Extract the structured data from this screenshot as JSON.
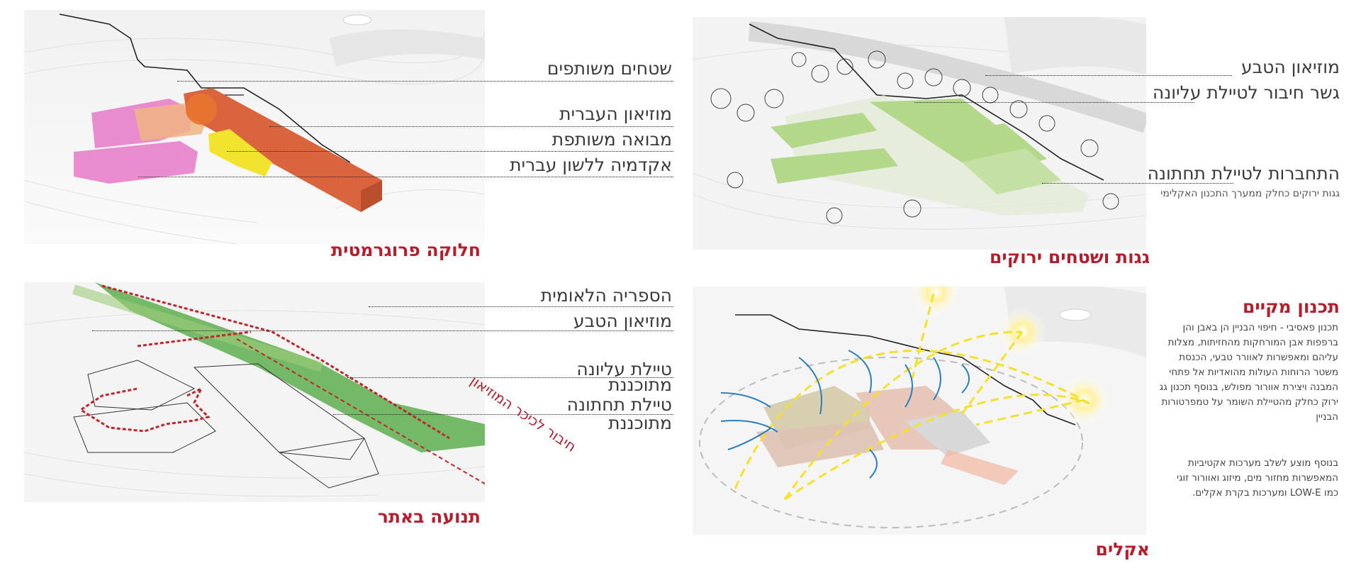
{
  "panels": {
    "programmatic": {
      "title": "חלוקה פרוגרמטית",
      "labels": [
        "שטחים משותפים",
        "מוזיאון העברית",
        "מבואה משותפת",
        "אקדמיה ללשון עברית"
      ]
    },
    "roofs": {
      "title": "גגות ושטחים ירוקים",
      "labels": [
        "מוזיאון הטבע",
        "גשר חיבור לטיילת עליונה",
        "התחברות לטיילת תחתונה"
      ],
      "caption": "גגות ירוקים כחלק ממערך התכנון האקלימי"
    },
    "movement": {
      "title": "תנועה באתר",
      "labels": [
        "הספריה הלאומית",
        "מוזיאון הטבע",
        "טיילת עליונה",
        "מתוכננת",
        "טיילת תחתונה",
        "מתוכננת"
      ],
      "route_label": "חיבור לכיכר המוזיאון"
    },
    "climate": {
      "title": "אקלים",
      "heading": "תכנון מקיים",
      "paragraph1": [
        "תכנון פאסיבי - חיפוי הבניין הן באבן והן",
        "ברפפות אבן המורחקות מהחזיתות, מצלות",
        "עליהם ומאפשרות לאוורר טבעי, הכנסת",
        "משטר הרוחות העולות מהואדיות אל פתחי",
        "המבנה ויצירת אוורור מפולש, בנוסף תכנון גג",
        "ירוק כחלק מהטיילת השומר על טמפרטורות",
        "הבניין"
      ],
      "paragraph2": [
        "בנוסף מוצע לשלב מערכות אקטיביות",
        "המאפשרות מחזור מים, מיזוג ואוורור זוגי",
        "כמו LOW-E ומערכות בקרת אקלים."
      ]
    }
  },
  "colors": {
    "accent_red": "#b71c2b",
    "program_pink": "#e77fcb",
    "program_orange": "#d9643e",
    "program_yellow": "#f2e32e",
    "program_peach": "#f0b583",
    "green_roof": "#b3d88a",
    "path_green": "#5dae4e",
    "route_red": "#c0262d",
    "wind_blue": "#2a7fc0",
    "sun_yellow": "#f4e12a"
  }
}
